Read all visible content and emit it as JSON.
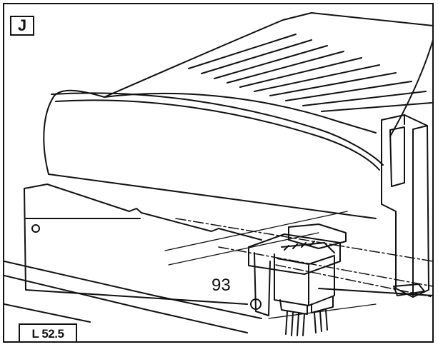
{
  "panel_letter": "J",
  "figure_code": "L 52.5",
  "callout_number": "93",
  "colors": {
    "ink": "#111111",
    "paper": "#ffffff"
  }
}
